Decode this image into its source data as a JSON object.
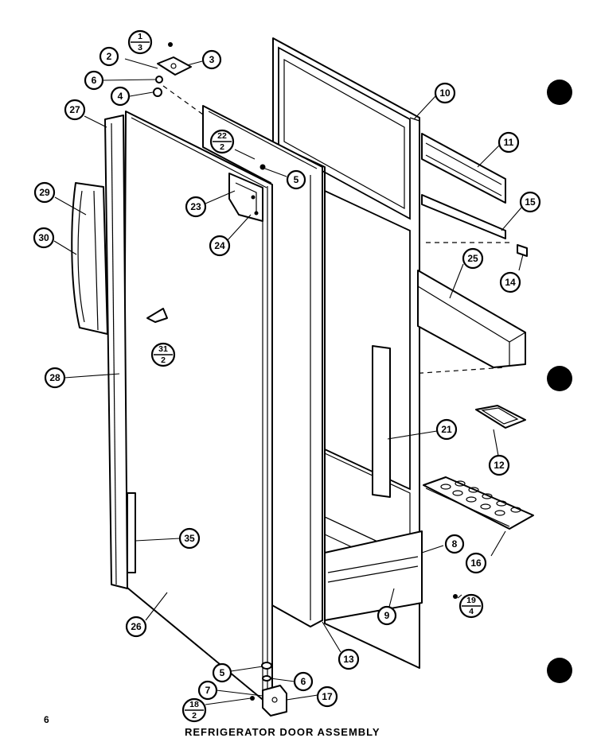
{
  "title": "REFRIGERATOR DOOR ASSEMBLY",
  "page_number": "6",
  "callouts": {
    "c2a": "2",
    "c3": "3",
    "c6a": "6",
    "c4": "4",
    "c27": "27",
    "c29": "29",
    "c30": "30",
    "c28": "28",
    "c5a": "5",
    "c23": "23",
    "c24": "24",
    "c10": "10",
    "c11": "11",
    "c15": "15",
    "c14": "14",
    "c25": "25",
    "c21": "21",
    "c12": "12",
    "c16": "16",
    "c8": "8",
    "c9": "9",
    "c35": "35",
    "c26": "26",
    "c13": "13",
    "c5b": "5",
    "c6b": "6",
    "c7": "7",
    "c17": "17"
  },
  "fractions": {
    "f1": {
      "top": "1",
      "bottom": "3"
    },
    "f22": {
      "top": "22",
      "bottom": "2"
    },
    "f31": {
      "top": "31",
      "bottom": "2"
    },
    "f19": {
      "top": "19",
      "bottom": "4"
    },
    "f18": {
      "top": "18",
      "bottom": "2"
    }
  }
}
